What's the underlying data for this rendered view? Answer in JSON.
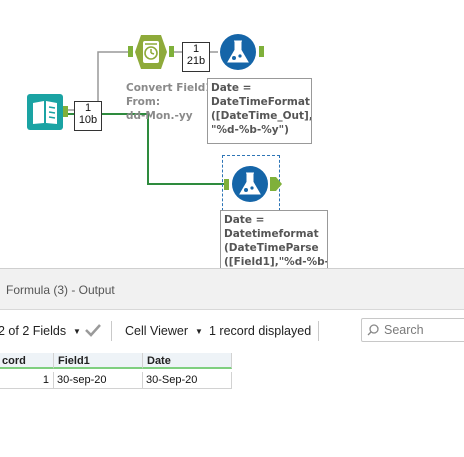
{
  "canvas": {
    "upper_count": {
      "records": "1",
      "size": "21b"
    },
    "input_count": {
      "records": "1",
      "size": "10b"
    },
    "datetime_annotation": "Convert Field1\nFrom:\ndd-Mon.-yy",
    "formula1_annotation": "Date =\nDateTimeFormat\n([DateTime_Out],\n\"%d-%b-%y\")",
    "formula2_annotation": "Date =\nDatetimeformat\n(DateTimeParse\n([Field1],\"%d-%b-"
  },
  "output": {
    "title": "Formula (3) - Output",
    "fields_selector": "2 of 2 Fields",
    "cell_viewer": "Cell Viewer",
    "records_displayed": "1 record displayed",
    "search_placeholder": "Search",
    "columns": [
      "cord",
      "Field1",
      "Date"
    ],
    "rows": [
      {
        "record": "1",
        "field1": "30-sep-20",
        "date": "30-Sep-20"
      }
    ]
  },
  "colors": {
    "accent_green": "#7fb03a",
    "book_teal": "#1aa3a3",
    "flask_blue": "#1565a8",
    "clock_olive": "#8eaa3a"
  }
}
